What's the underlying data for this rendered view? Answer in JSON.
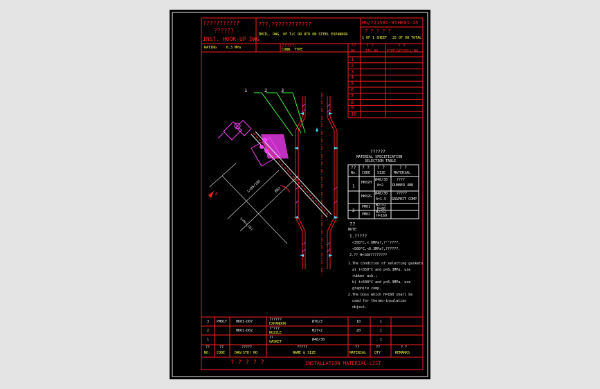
{
  "header": {
    "cn_title_1": "???????????",
    "cn_title_2": "??????",
    "en_title": "INST. HOOK-UP DWG",
    "cn_desc": "???,????????????",
    "en_desc": "INSTL. DWG. OF T/C OR RTD ON STEEL EXPANDOR",
    "std_code": "HG/T21581-95",
    "drawing_no": "HK01-25",
    "sheet_cn": "?  ? ? ? ?",
    "sheet_info_1": "1 OF 1 SHEET",
    "sheet_info_2": "25 OF 98 TOTAL",
    "rating_label": "RATING",
    "rating_value": "6.3 MPa",
    "conn_cn": "?????:",
    "conn_label": "CONN. TYPE",
    "num_col_cn": "??",
    "num_col": "NO.",
    "tag_col_cn": "?  ?",
    "tag_col": "TAG NO",
    "pipe_col_cn": "?  ?",
    "pipe_col": "PIPE(VESSEL) NO"
  },
  "rows": [
    "1",
    "2",
    "3",
    "4",
    "5",
    "6",
    "7",
    "8",
    "9",
    "10"
  ],
  "drawing": {
    "callout_1": "1",
    "callout_2": "2",
    "callout_3": "3",
    "dim_l": "L=85/105",
    "dim_h": "L=H+L(D)",
    "dim_d": "Ø63",
    "arrow_label": "A"
  },
  "spec_table": {
    "title_cn": "??????",
    "title_en_1": "MATERIAL SPECIFICATION",
    "title_en_2": "SELECTION TABLE",
    "h_no_cn": "??",
    "h_no": "No.",
    "h_code_cn": "?  ?",
    "h_code": "CODE",
    "h_size_cn": "?  ?",
    "h_size": "SIZE",
    "h_mat_cn": "?  ?",
    "h_mat": "MATERIAL",
    "r1_no": "1",
    "r1_code": "HK02H",
    "r1_size_1": "Ø48/30",
    "r1_size_2": "δ=2",
    "r1_mat_cn": "????",
    "r1_mat": "RUBBER 4BB",
    "r1b_code": "HK02G",
    "r1b_size_1": "Ø48/30",
    "r1b_size_2": "δ=1.5",
    "r1b_mat_cn": "?????",
    "r1b_mat": "GRAPHIT COMP",
    "r2_no": "2",
    "r2_code": "PM01",
    "r2_size_1": "M27×2",
    "r2_size_2": "H=80",
    "r2b_code": "PM02",
    "r2b_size_1": "M27×2",
    "r2b_size_2": "H=160"
  },
  "notes": {
    "head_cn": "??",
    "head": "NOTE",
    "cn_1": "1.?????",
    "cn_1a": "<350°C,< 6MPa?,?''????.",
    "cn_1b": "<500°C,<6.3MPa?,??????.",
    "cn_2": "2.?? H=160????????",
    "en_1": "1.The condition of selecting gaskets",
    "en_1a": "a) t<350°C and p<6.3MPa, use",
    "en_1b": "rubber asb.;",
    "en_1c": "b) t<500°C and p<6.3MPa, use",
    "en_1d": "graphite comp.",
    "en_2": "2.The boss which H=160 shall be",
    "en_2a": "used for thermo-insulation",
    "en_2b": "object."
  },
  "bom": {
    "rows": [
      {
        "no": "3",
        "code": "PM01T",
        "std": "HK01-D07",
        "name_cn": "??????",
        "name": "EXPANDOR",
        "size": "Ø76/3",
        "mat": "10",
        "qty": "1"
      },
      {
        "no": "2",
        "code": "",
        "std": "HK01-D02",
        "name_cn": "?\"???",
        "name": "NOZZLE",
        "size": "M27×2",
        "mat": "20",
        "qty": "1"
      },
      {
        "no": "1",
        "code": "",
        "std": "",
        "name_cn": "??",
        "name": "GASKET",
        "size": "Ø48/30",
        "mat": "",
        "qty": "1"
      }
    ],
    "h_no_cn": "??",
    "h_no": "NO.",
    "h_code_cn": "??",
    "h_code": "CODE",
    "h_std_cn": "?????",
    "h_std": "DWG(STD) NO",
    "h_name_cn": "?????",
    "h_name": "NAME & SIZE",
    "h_mat_cn": "??",
    "h_mat": "MATERIAL",
    "h_qty_cn": "??",
    "h_qty": "QTY",
    "h_rem_cn": "?  ?",
    "h_rem": "REMARKS",
    "footer_cn": "? ? ? ? ?",
    "footer_en": "INSTALLATION MATERIAL LIST"
  }
}
